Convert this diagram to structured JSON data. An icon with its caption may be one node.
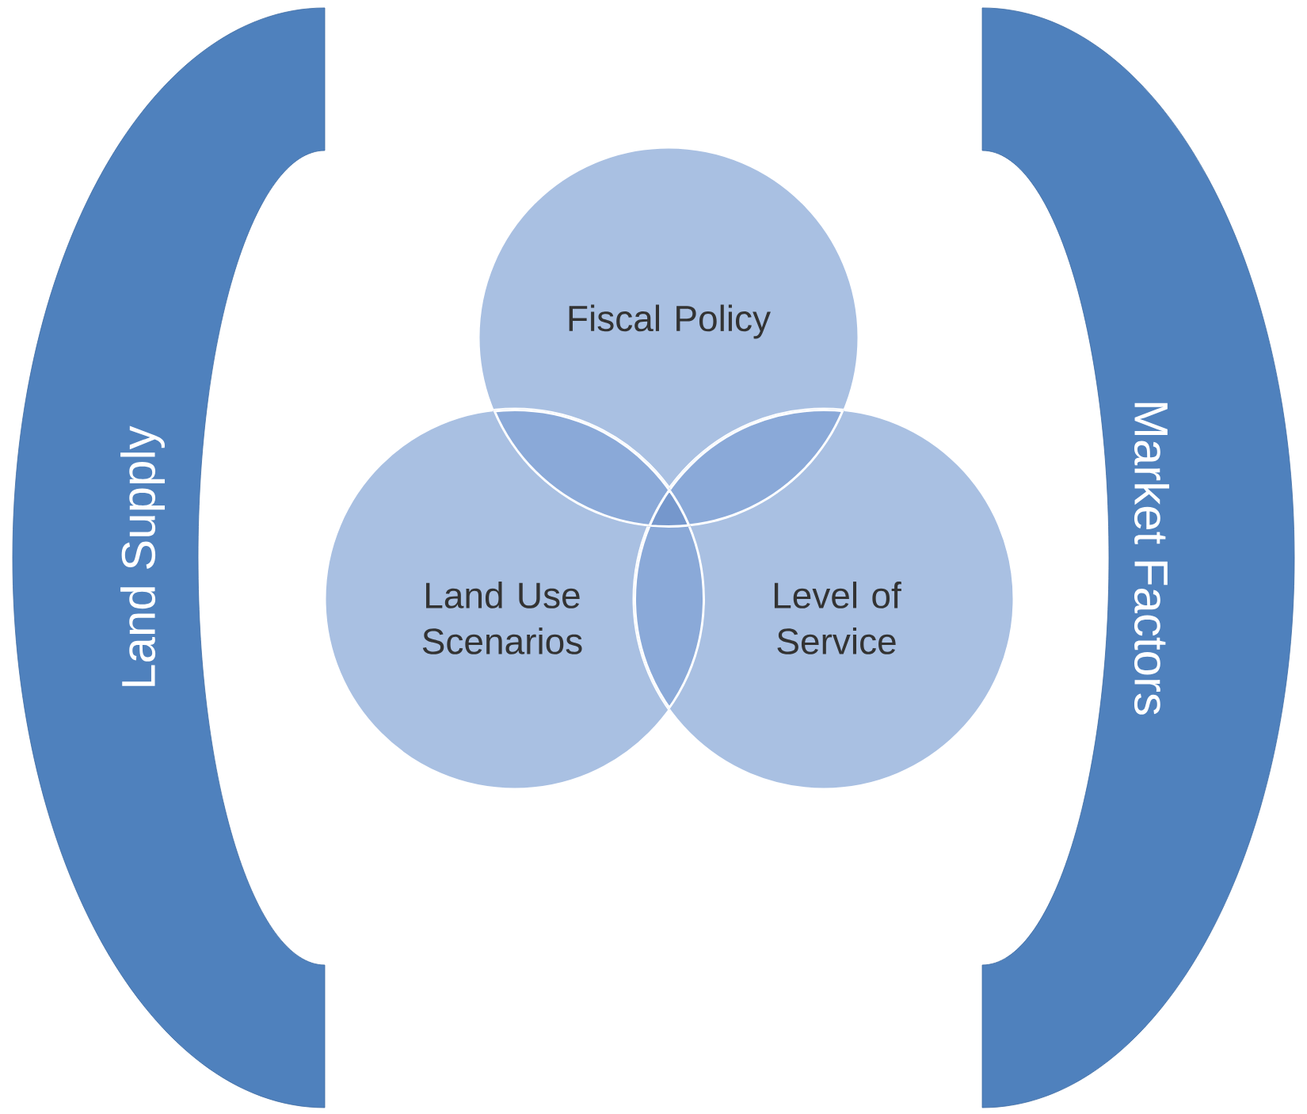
{
  "diagram": {
    "nodes": [
      {
        "text": [
          "Land Supply"
        ]
      },
      {
        "text": [
          "Fiscal Policy"
        ]
      },
      {
        "text": [
          "Land Use Scenarios"
        ]
      },
      {
        "text": [
          "Level of Service"
        ]
      },
      {
        "text": [
          "Market Factors"
        ]
      }
    ]
  }
}
